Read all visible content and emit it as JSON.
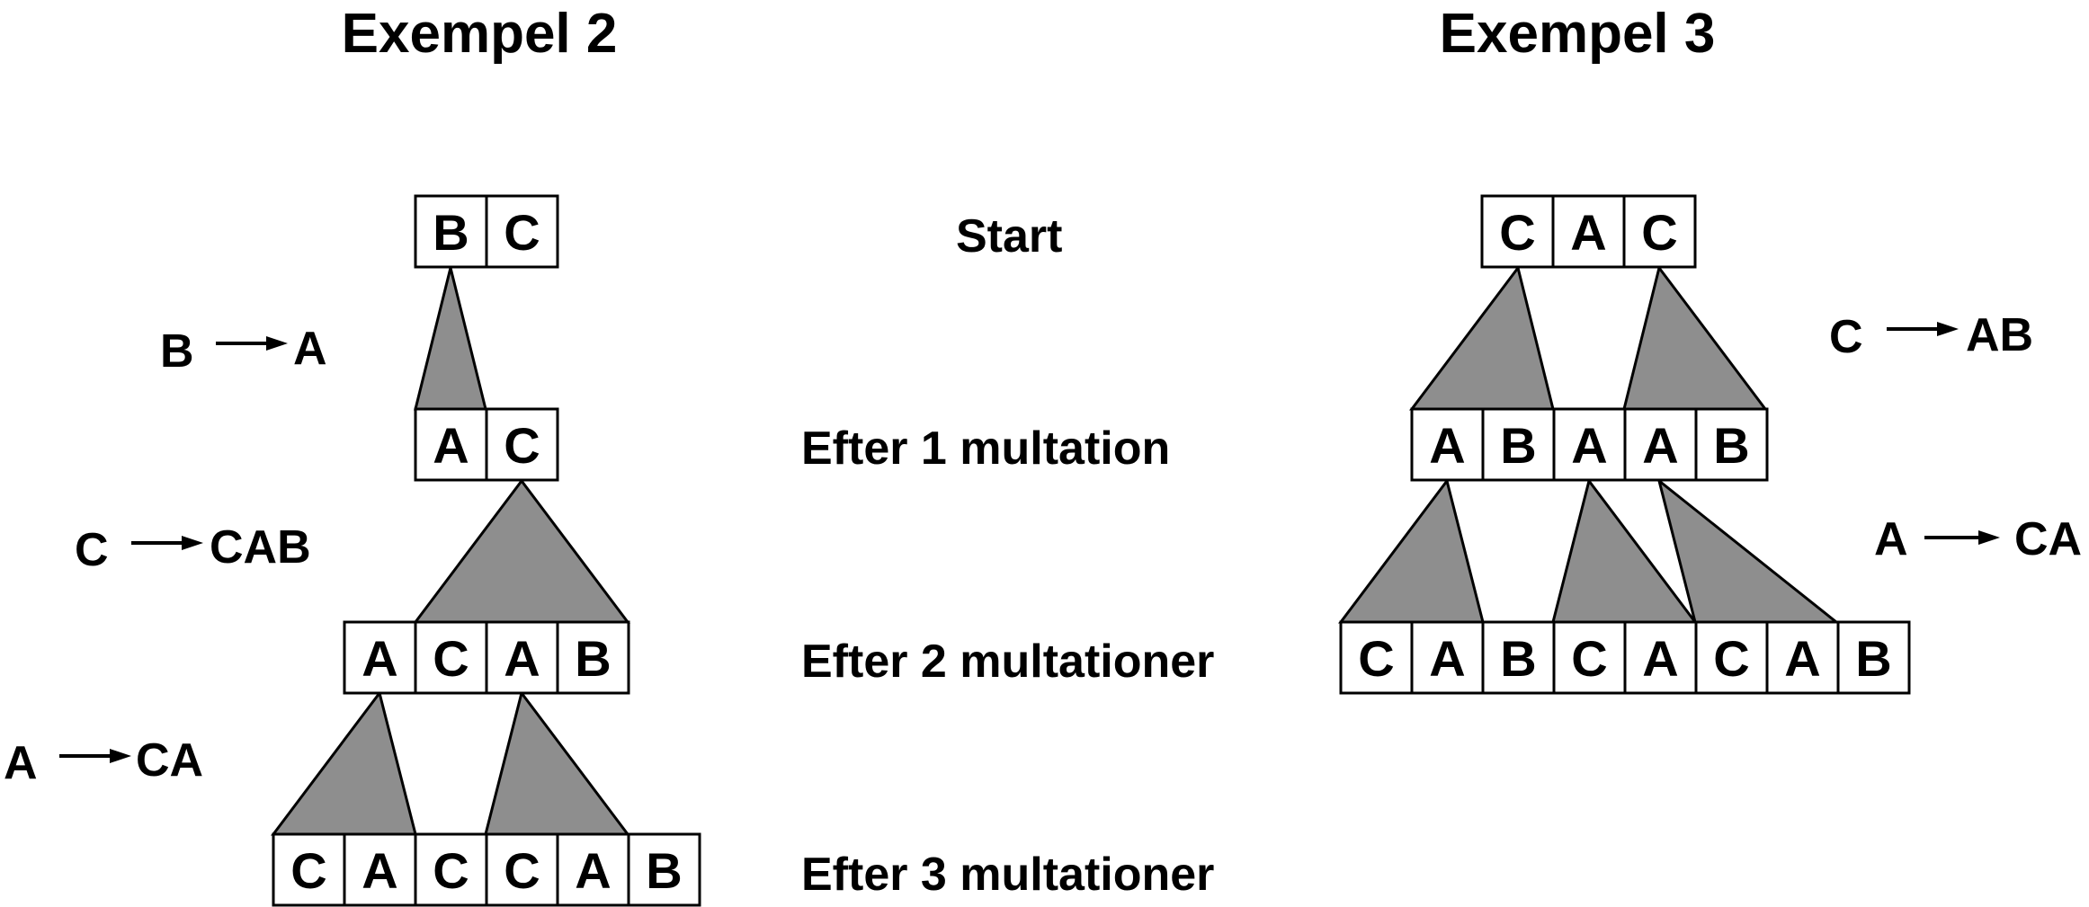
{
  "stage_labels": [
    "Start",
    "Efter 1 multation",
    "Efter 2 multationer",
    "Efter 3 multationer"
  ],
  "example2": {
    "title": "Exempel 2",
    "rows": [
      [
        "B",
        "C"
      ],
      [
        "A",
        "C"
      ],
      [
        "A",
        "C",
        "A",
        "B"
      ],
      [
        "C",
        "A",
        "C",
        "C",
        "A",
        "B"
      ]
    ],
    "rules": [
      {
        "from": "B",
        "to": "A"
      },
      {
        "from": "C",
        "to": "CAB"
      },
      {
        "from": "A",
        "to": "CA"
      }
    ]
  },
  "example3": {
    "title": "Exempel 3",
    "rows": [
      [
        "C",
        "A",
        "C"
      ],
      [
        "A",
        "B",
        "A",
        "A",
        "B"
      ],
      [
        "C",
        "A",
        "B",
        "C",
        "A",
        "C",
        "A",
        "B"
      ]
    ],
    "rules": [
      {
        "from": "C",
        "to": "AB"
      },
      {
        "from": "A",
        "to": "CA"
      }
    ]
  },
  "colors": {
    "cell_fill": "#ffffff",
    "expansion_fill": "#8e8e8e",
    "ink": "#000000"
  }
}
